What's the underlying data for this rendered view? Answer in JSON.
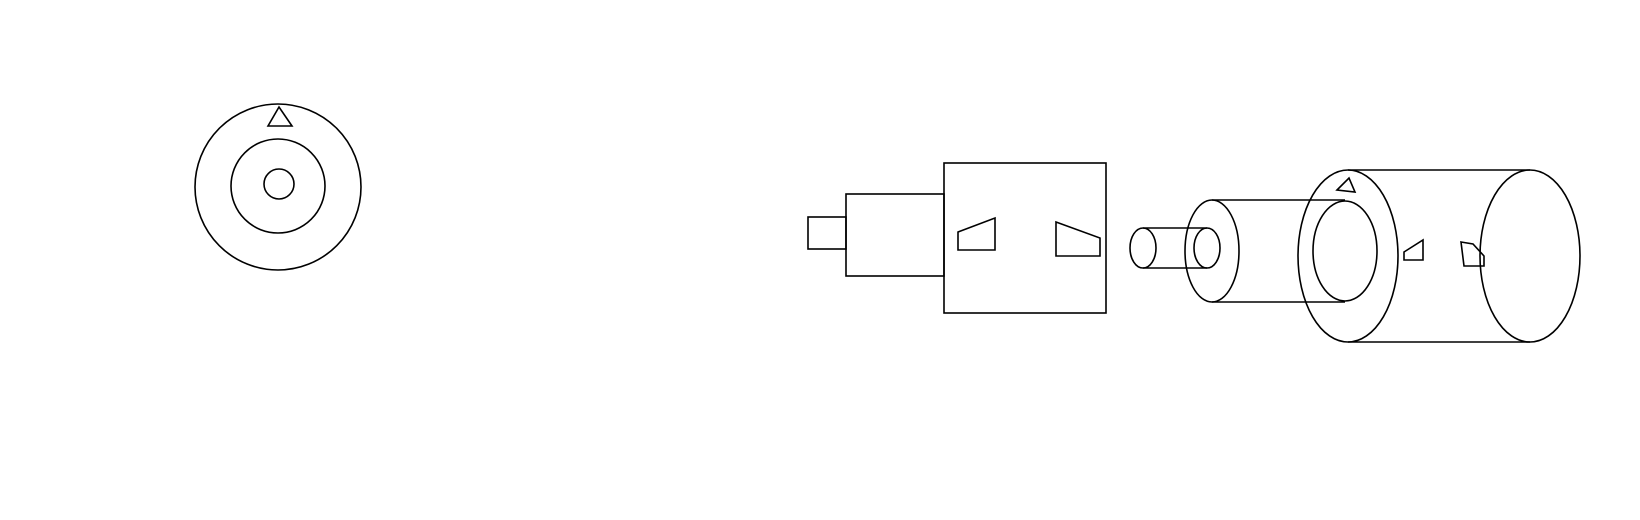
{
  "diagram": {
    "parts": [
      {
        "id": "end-view",
        "shape": "concentric-circles-with-triangle-marker"
      },
      {
        "id": "stepped-plug",
        "shape": "stepped-block-with-two-trapezoid-keys"
      },
      {
        "id": "small-pin",
        "shape": "cylinder"
      },
      {
        "id": "medium-sleeve",
        "shape": "hollow-cylinder"
      },
      {
        "id": "large-socket",
        "shape": "hollow-cylinder-with-keyways"
      }
    ],
    "colors": {
      "line": "#000000",
      "background": "#ffffff"
    }
  }
}
